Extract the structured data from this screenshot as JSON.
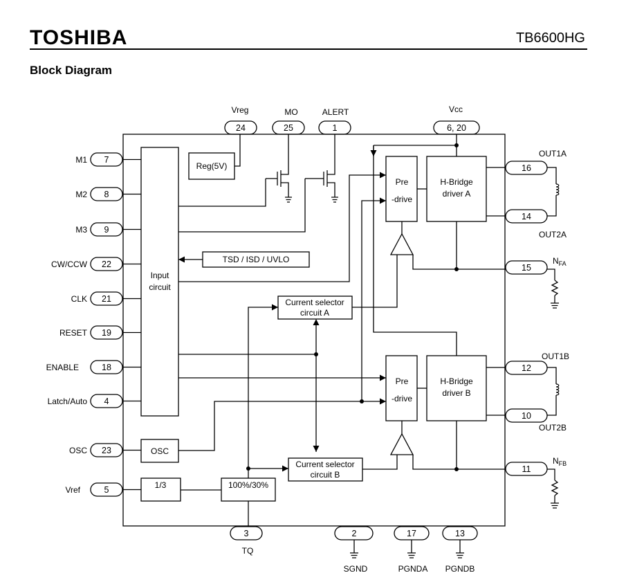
{
  "header": {
    "brand": "TOSHIBA",
    "part_number": "TB6600HG",
    "section_title": "Block Diagram"
  },
  "left_pins": [
    {
      "name": "M1",
      "num": "7"
    },
    {
      "name": "M2",
      "num": "8"
    },
    {
      "name": "M3",
      "num": "9"
    },
    {
      "name": "CW/CCW",
      "num": "22"
    },
    {
      "name": "CLK",
      "num": "21"
    },
    {
      "name": "RESET",
      "num": "19"
    },
    {
      "name": "ENABLE",
      "num": "18"
    },
    {
      "name": "Latch/Auto",
      "num": "4"
    },
    {
      "name": "OSC",
      "num": "23"
    },
    {
      "name": "Vref",
      "num": "5"
    }
  ],
  "top_pins": [
    {
      "name": "Vreg",
      "num": "24"
    },
    {
      "name": "MO",
      "num": "25"
    },
    {
      "name": "ALERT",
      "num": "1"
    },
    {
      "name": "Vcc",
      "num": "6, 20"
    }
  ],
  "right_pins": [
    {
      "name": "OUT1A",
      "num": "16"
    },
    {
      "name": "OUT2A",
      "num": "14"
    },
    {
      "name": "N",
      "sub": "FA",
      "num": "15"
    },
    {
      "name": "OUT1B",
      "num": "12"
    },
    {
      "name": "OUT2B",
      "num": "10"
    },
    {
      "name": "N",
      "sub": "FB",
      "num": "11"
    }
  ],
  "bottom_pins": [
    {
      "name": "TQ",
      "num": "3"
    },
    {
      "name": "SGND",
      "num": "2"
    },
    {
      "name": "PGNDA",
      "num": "17"
    },
    {
      "name": "PGNDB",
      "num": "13"
    }
  ],
  "blocks": {
    "input_circuit": [
      "Input",
      "circuit"
    ],
    "reg": "Reg(5V)",
    "protection": "TSD / ISD / UVLO",
    "pre_a": [
      "Pre",
      "-drive"
    ],
    "hbridge_a": [
      "H-Bridge",
      "driver A"
    ],
    "pre_b": [
      "Pre",
      "-drive"
    ],
    "hbridge_b": [
      "H-Bridge",
      "driver B"
    ],
    "current_sel_a": [
      "Current selector",
      "circuit A"
    ],
    "current_sel_b": [
      "Current selector",
      "circuit B"
    ],
    "osc": "OSC",
    "divider": "1/3",
    "torque": "100%/30%"
  }
}
